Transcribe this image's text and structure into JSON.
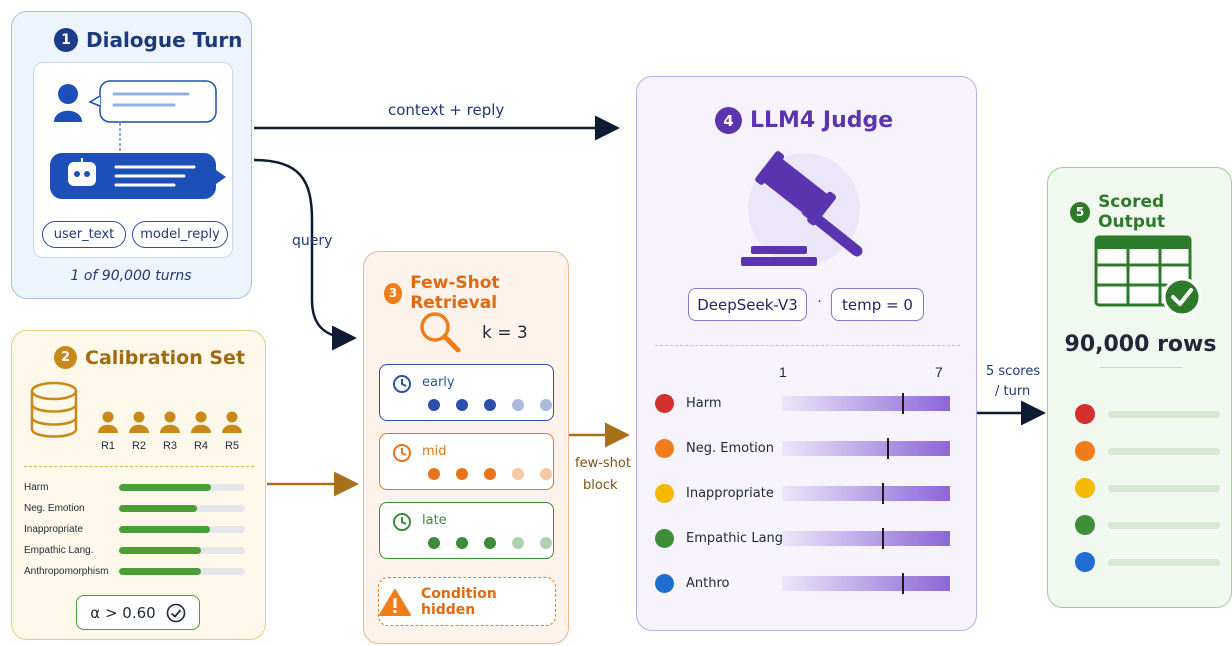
{
  "panel1": {
    "number": "1",
    "title": "Dialogue Turn",
    "chips": [
      "user_text",
      "model_reply"
    ],
    "caption": "1 of 90,000 turns"
  },
  "panel2": {
    "number": "2",
    "title": "Calibration Set",
    "raters": [
      "R1",
      "R2",
      "R3",
      "R4",
      "R5"
    ],
    "metrics": [
      {
        "label": "Harm",
        "agreement": 0.73
      },
      {
        "label": "Neg. Emotion",
        "agreement": 0.62
      },
      {
        "label": "Inappropriate",
        "agreement": 0.72
      },
      {
        "label": "Empathic Lang.",
        "agreement": 0.65
      },
      {
        "label": "Anthropomorphism",
        "agreement": 0.65
      }
    ],
    "threshold": "α > 0.60"
  },
  "panel3": {
    "number": "3",
    "title": "Few-Shot Retrieval",
    "k_label": "k = 3",
    "groups": [
      {
        "label": "early",
        "color": "#2b4fa8"
      },
      {
        "label": "mid",
        "color": "#e8731a"
      },
      {
        "label": "late",
        "color": "#3c8a3a"
      }
    ],
    "warning": "Condition hidden"
  },
  "panel4": {
    "number": "4",
    "title": "LLM4 Judge",
    "model": "DeepSeek-V3",
    "separator": "·",
    "temp": "temp = 0",
    "scale_min": "1",
    "scale_max": "7",
    "scores": [
      {
        "label": "Harm",
        "color": "#d32f2f",
        "score": 0.72
      },
      {
        "label": "Neg. Emotion",
        "color": "#ef7d1a",
        "score": 0.63
      },
      {
        "label": "Inappropriate",
        "color": "#f5b800",
        "score": 0.6
      },
      {
        "label": "Empathic Lang.",
        "color": "#3f8f3a",
        "score": 0.6
      },
      {
        "label": "Anthro",
        "color": "#1e6fd0",
        "score": 0.72
      }
    ]
  },
  "panel5": {
    "number": "5",
    "title": "Scored Output",
    "rows": "90,000 rows",
    "dot_colors": [
      "#d32f2f",
      "#ef7d1a",
      "#f5b800",
      "#3f8f3a",
      "#1e6fd0"
    ]
  },
  "arrows": {
    "context_reply": "context + reply",
    "query": "query",
    "few_shot_1": "few-shot",
    "few_shot_2": "block",
    "scores_1": "5 scores",
    "scores_2": "/ turn"
  },
  "colors": {
    "blue": "#2b4fa8",
    "gold": "#c8891a",
    "orange": "#e8731a",
    "purple": "#5b35b0",
    "green": "#3c8a3a"
  }
}
